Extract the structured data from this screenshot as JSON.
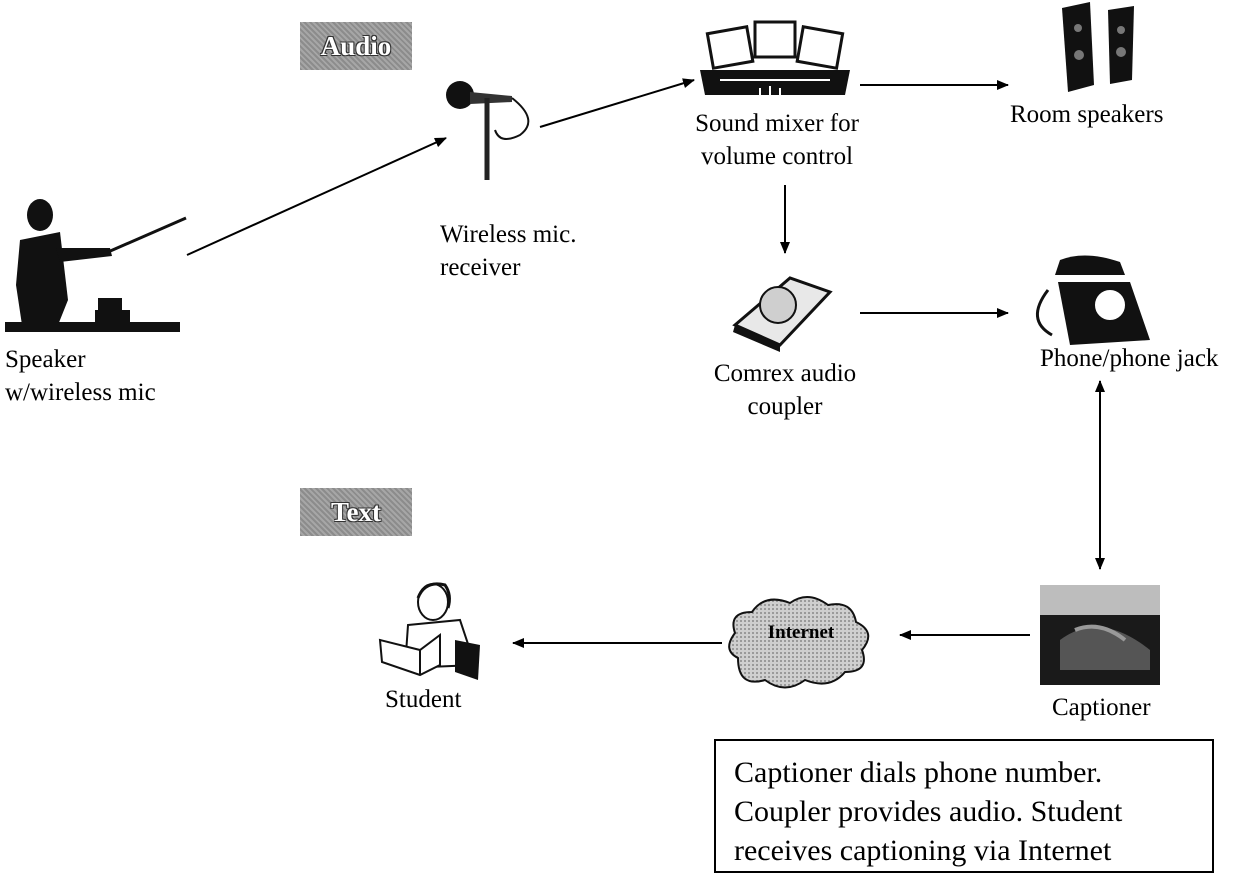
{
  "tags": {
    "audio": "Audio",
    "text": "Text"
  },
  "nodes": {
    "speaker": {
      "line1": "Speaker",
      "line2": "w/wireless mic"
    },
    "mic_receiver": {
      "line1": "Wireless mic.",
      "line2": "receiver"
    },
    "mixer": {
      "line1": "Sound mixer for",
      "line2": "volume control"
    },
    "room_speakers": {
      "label": "Room speakers"
    },
    "coupler": {
      "line1": "Comrex audio",
      "line2": "coupler"
    },
    "phone": {
      "label": "Phone/phone jack"
    },
    "captioner": {
      "label": "Captioner"
    },
    "internet": {
      "label": "Internet"
    },
    "student": {
      "label": "Student"
    }
  },
  "note": "Captioner dials phone number.\nCoupler provides audio. Student\nreceives captioning via Internet"
}
